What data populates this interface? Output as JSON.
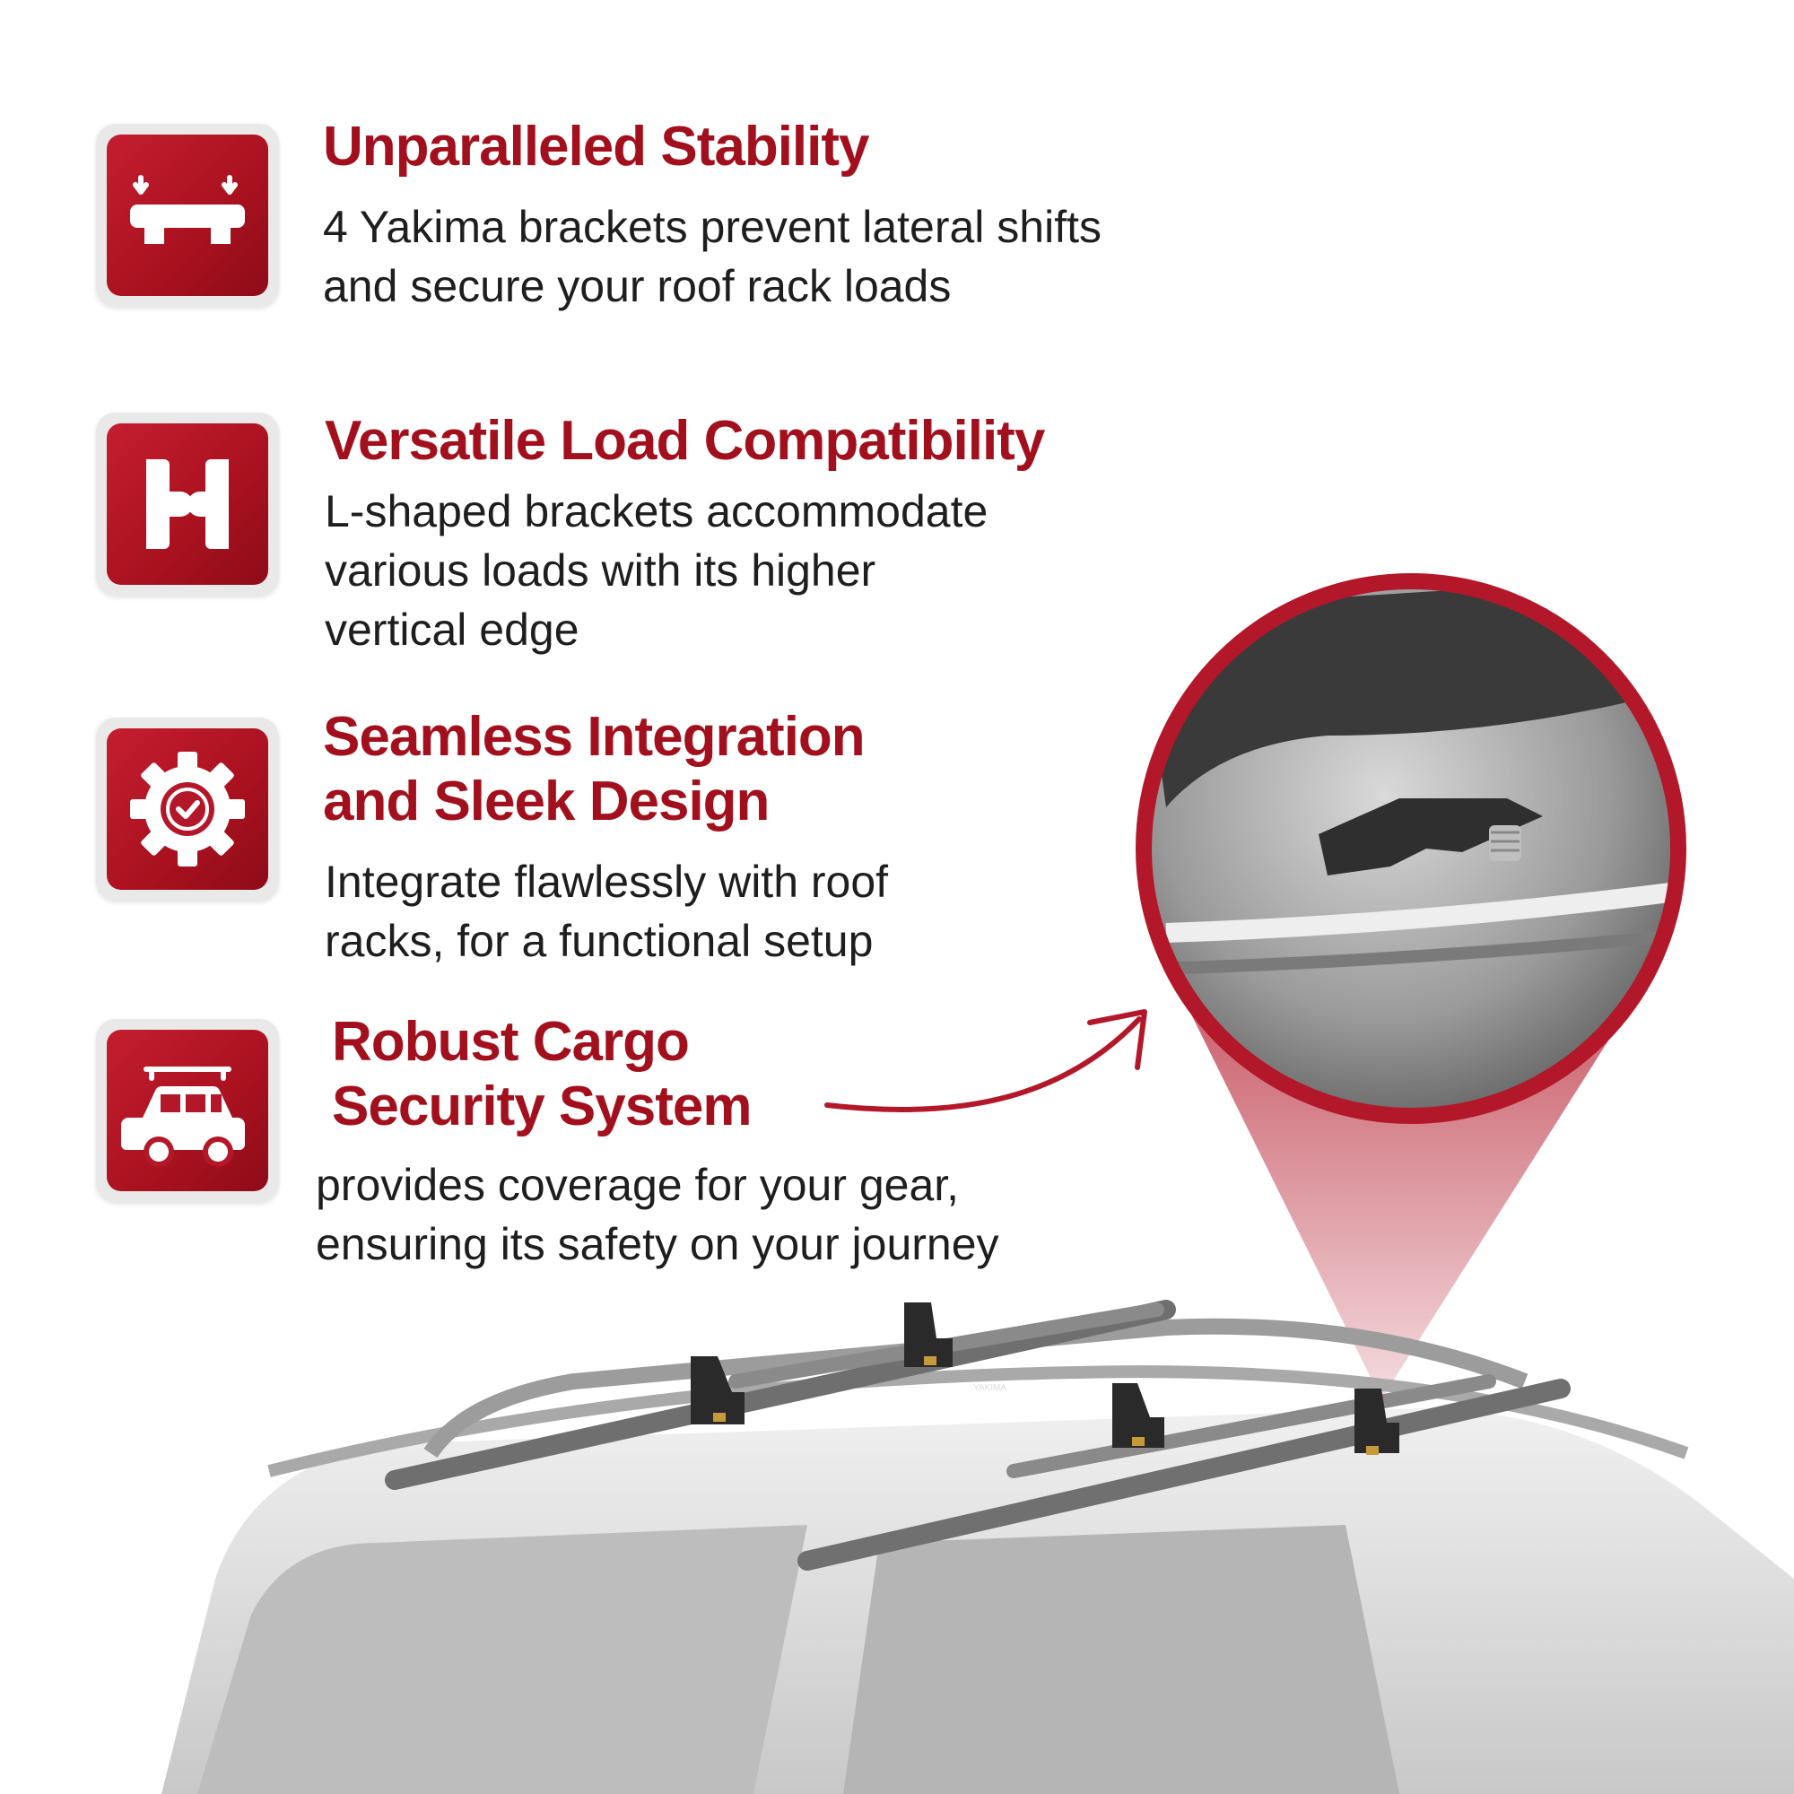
{
  "colors": {
    "accent": "#a3101d",
    "icon_bg": "#b3182a",
    "text": "#1e1e1e"
  },
  "features": [
    {
      "icon": "brackets-down-arrows-icon",
      "title_lines": [
        "Unparalleled Stability"
      ],
      "desc_lines": [
        "4 Yakima brackets prevent lateral shifts",
        "and secure your roof rack loads"
      ]
    },
    {
      "icon": "l-bracket-icon",
      "title_lines": [
        "Versatile Load Compatibility"
      ],
      "desc_lines": [
        "L-shaped brackets accommodate",
        "various loads with its higher",
        "vertical edge"
      ]
    },
    {
      "icon": "gear-check-icon",
      "title_lines": [
        "Seamless Integration",
        "and Sleek Design"
      ],
      "desc_lines": [
        "Integrate flawlessly with roof",
        "racks, for a functional setup"
      ]
    },
    {
      "icon": "car-roof-rack-icon",
      "title_lines": [
        "Robust Cargo",
        "Security System"
      ],
      "desc_lines": [
        "provides  coverage for your gear,",
        "ensuring its safety on your journey"
      ]
    }
  ],
  "product_image": {
    "rack_brand_label": "YAKIMA"
  }
}
